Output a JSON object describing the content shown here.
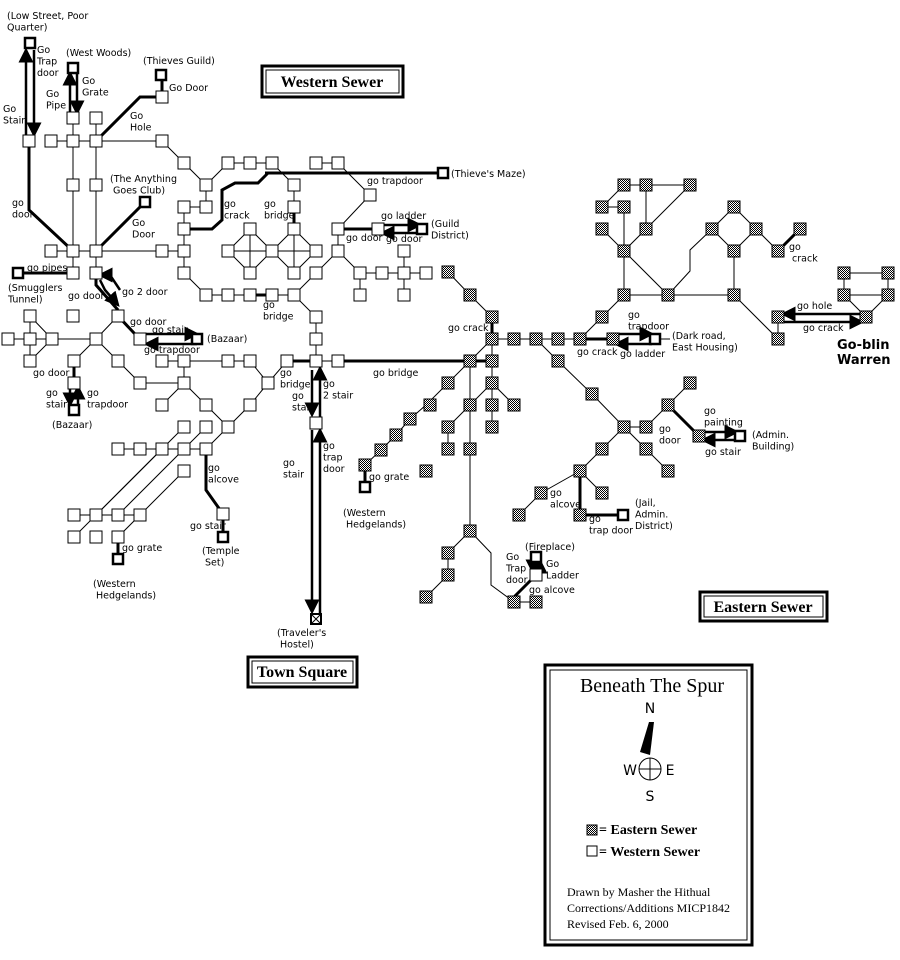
{
  "colors": {
    "ink": "#000000",
    "eastern_fill": "#9a9a9a",
    "western_fill": "#ffffff",
    "background": "#ffffff"
  },
  "sections": {
    "western": "Western Sewer",
    "town": "Town Square",
    "eastern": "Eastern Sewer"
  },
  "legend": {
    "title": "Beneath The Spur",
    "compass": {
      "n": "N",
      "s": "S",
      "e": "E",
      "w": "W"
    },
    "eastern_key": "= Eastern Sewer",
    "western_key": "= Western Sewer",
    "credits": [
      "Drawn by Masher the Hithual",
      "Corrections/Additions MICP1842",
      "Revised Feb. 6, 2000"
    ]
  },
  "labels": [
    "(Low Street, Poor\nQuarter)",
    "Go\nTrap\ndoor",
    "(West Woods)",
    "Go\nGrate",
    "Go\nPipe",
    "(Thieves Guild)",
    "Go Door",
    "Go\nStair",
    "Go\nHole",
    "(The Anything\n   Goes Club)",
    "go\ncrack",
    "go\nbridge",
    "go trapdoor",
    "(Thieve's Maze)",
    "go ladder",
    "(Guild\nDistrict)",
    "go door",
    "go door",
    "go\ndoor",
    "Go\nDoor",
    "go  pipes",
    "(Smugglers\nTunnel)",
    "go door",
    "go 2 door",
    "go\nbridge",
    "go door",
    "go stair",
    "(Bazaar)",
    "go trapdoor",
    "go door",
    "go\nstair",
    "go\ntrapdoor",
    "(Bazaar)",
    "go\nbridge",
    "go\n2 stair",
    "go bridge",
    "go\nstair",
    "go\ntrap\ndoor",
    "go\nstair",
    "go\nalcove",
    "go stair",
    "(Temple\n     Set)",
    "go grate",
    "(Western\n Hedgelands)",
    "(Traveler's\n     Hostel)",
    "go grate",
    "(Western\n Hedgelands)",
    "go crack",
    "go\ntrapdoor",
    "(Dark road,\nEast Housing)",
    "go crack",
    "go ladder",
    "go\n crack",
    "go hole",
    "go crack",
    "Go-blin\nWarren",
    "go\npainting",
    " go\ndoor",
    "(Admin.\nBuilding)",
    "go stair",
    "  go\nalcove",
    "go\ntrap door",
    "(Jail,\nAdmin.\nDistrict)",
    "(Fireplace)",
    "Go\nTrap\ndoor",
    "Go\nLadder",
    "go alcove"
  ]
}
